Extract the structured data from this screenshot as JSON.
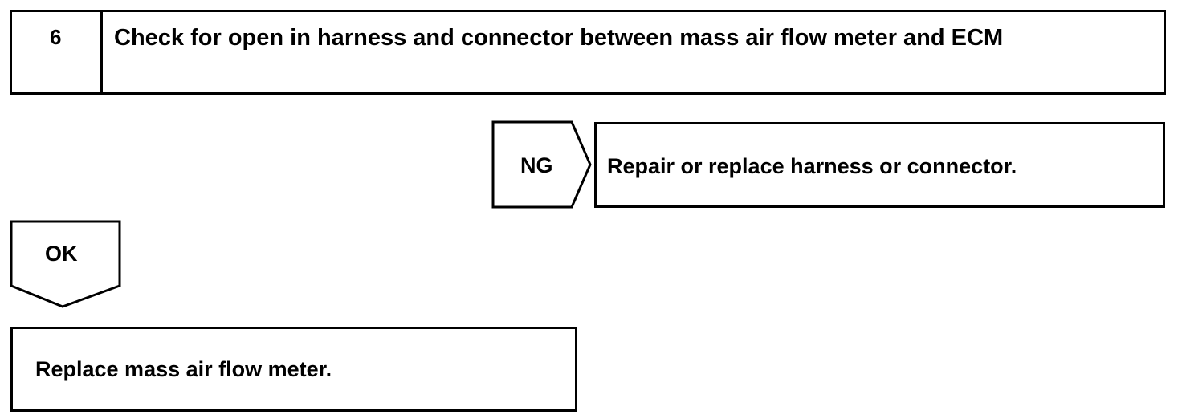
{
  "step": {
    "number": "6",
    "title": "Check for open in harness and connector between mass air flow meter and ECM"
  },
  "ng_branch": {
    "label": "NG",
    "action": "Repair or replace harness or connector."
  },
  "ok_branch": {
    "label": "OK",
    "action": "Replace mass air flow meter."
  }
}
